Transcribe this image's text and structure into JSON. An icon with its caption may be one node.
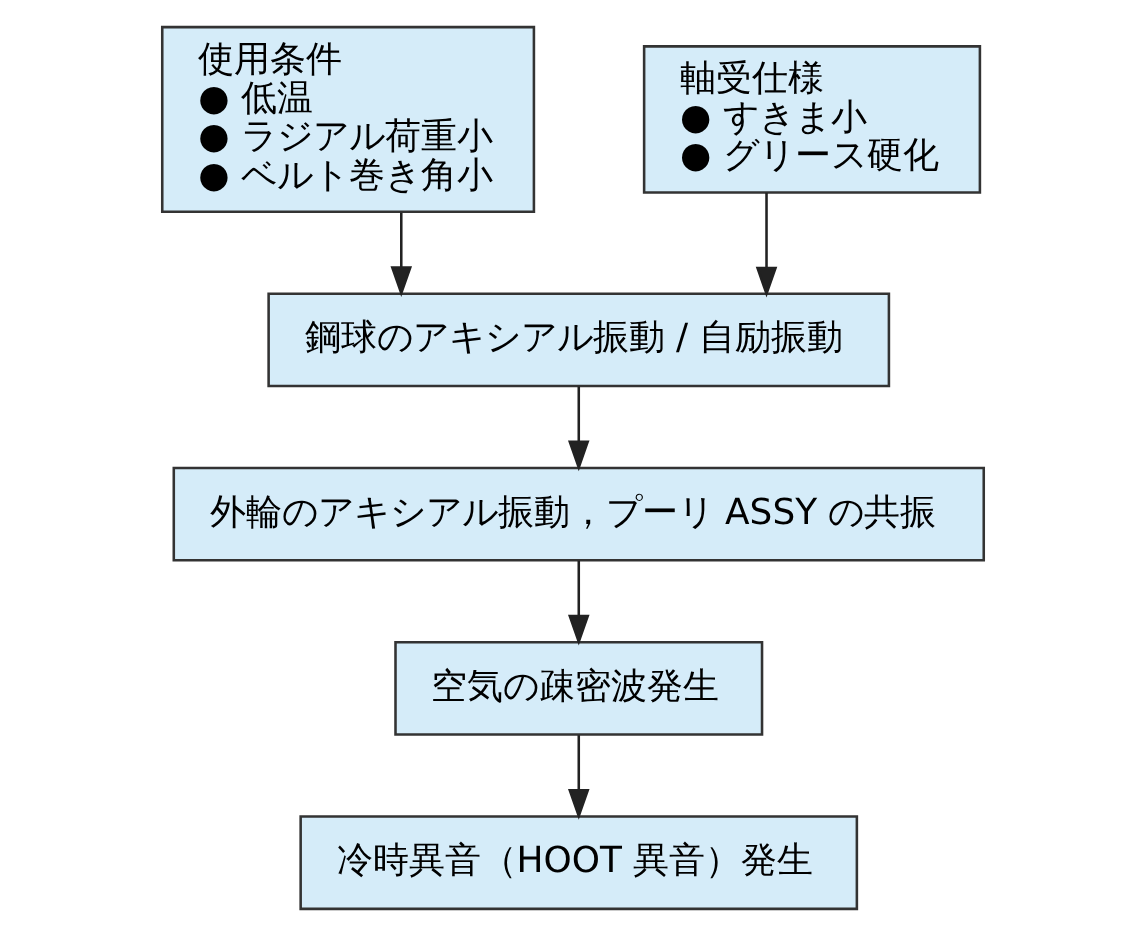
{
  "diagram": {
    "nodes": [
      {
        "text": [
          "使用条件",
          "● 低温",
          "● ラジアル荷重小",
          "● ベルト巻き角小"
        ]
      },
      {
        "text": [
          "軸受仕様",
          "● すきま小",
          "● グリース硬化"
        ]
      },
      {
        "text": [
          "鋼球のアキシアル振動 / 自励振動"
        ]
      },
      {
        "text": [
          "外輪のアキシアル振動，プーリ ASSY の共振"
        ]
      },
      {
        "text": [
          "空気の疎密波発生"
        ]
      },
      {
        "text": [
          "冷時異音（HOOT 異音）発生"
        ]
      }
    ],
    "edges": [
      {
        "from": 0,
        "to": 2,
        "arrow": "to"
      },
      {
        "from": 1,
        "to": 2,
        "arrow": "to"
      },
      {
        "from": 2,
        "to": 3,
        "arrow": "to"
      },
      {
        "from": 3,
        "to": 4,
        "arrow": "to"
      },
      {
        "from": 4,
        "to": 5,
        "arrow": "to"
      }
    ]
  }
}
